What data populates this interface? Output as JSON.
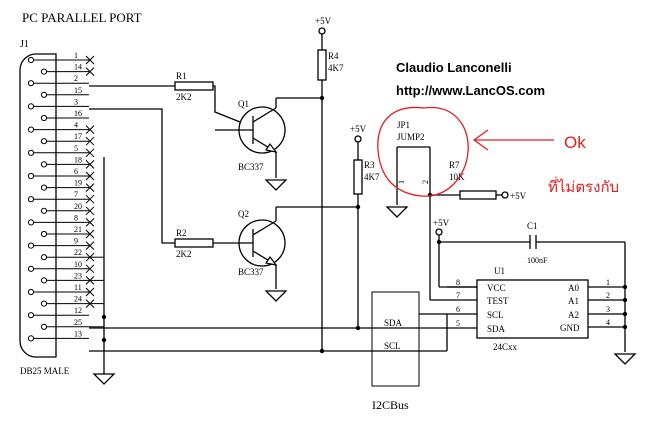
{
  "title": "PC PARALLEL PORT",
  "author": "Claudio Lanconelli",
  "url": "http://www.LancOS.com",
  "connector": {
    "ref": "J1",
    "name": "DB25 MALE",
    "pins": [
      "1",
      "14",
      "2",
      "15",
      "3",
      "16",
      "4",
      "17",
      "5",
      "18",
      "6",
      "19",
      "7",
      "20",
      "8",
      "21",
      "9",
      "22",
      "10",
      "23",
      "11",
      "24",
      "12",
      "25",
      "13"
    ]
  },
  "resistors": {
    "r1": {
      "ref": "R1",
      "value": "2K2"
    },
    "r2": {
      "ref": "R2",
      "value": "2K2"
    },
    "r3": {
      "ref": "R3",
      "value": "4K7"
    },
    "r4": {
      "ref": "R4",
      "value": "4K7"
    },
    "r7": {
      "ref": "R7",
      "value": "10K"
    }
  },
  "transistors": {
    "q1": {
      "ref": "Q1",
      "part": "BC337"
    },
    "q2": {
      "ref": "Q2",
      "part": "BC337"
    }
  },
  "jumper": {
    "ref": "JP1",
    "name": "JUMP2",
    "pin1": "1",
    "pin2": "2"
  },
  "capacitor": {
    "ref": "C1",
    "value": "100nF"
  },
  "supply": "+5V",
  "chip": {
    "ref": "U1",
    "part": "24Cxx",
    "left_pins": [
      {
        "num": "8",
        "name": "VCC"
      },
      {
        "num": "7",
        "name": "TEST"
      },
      {
        "num": "6",
        "name": "SCL"
      },
      {
        "num": "5",
        "name": "SDA"
      }
    ],
    "right_pins": [
      {
        "num": "1",
        "name": "A0"
      },
      {
        "num": "2",
        "name": "A1"
      },
      {
        "num": "3",
        "name": "A2"
      },
      {
        "num": "4",
        "name": "GND"
      }
    ]
  },
  "bus": {
    "sda": "SDA",
    "scl": "SCL",
    "name": "I2CBus"
  },
  "annotation": {
    "line1": "Ok",
    "line2": "ที่ไม่ตรงกับ",
    "color": "#e02020"
  }
}
